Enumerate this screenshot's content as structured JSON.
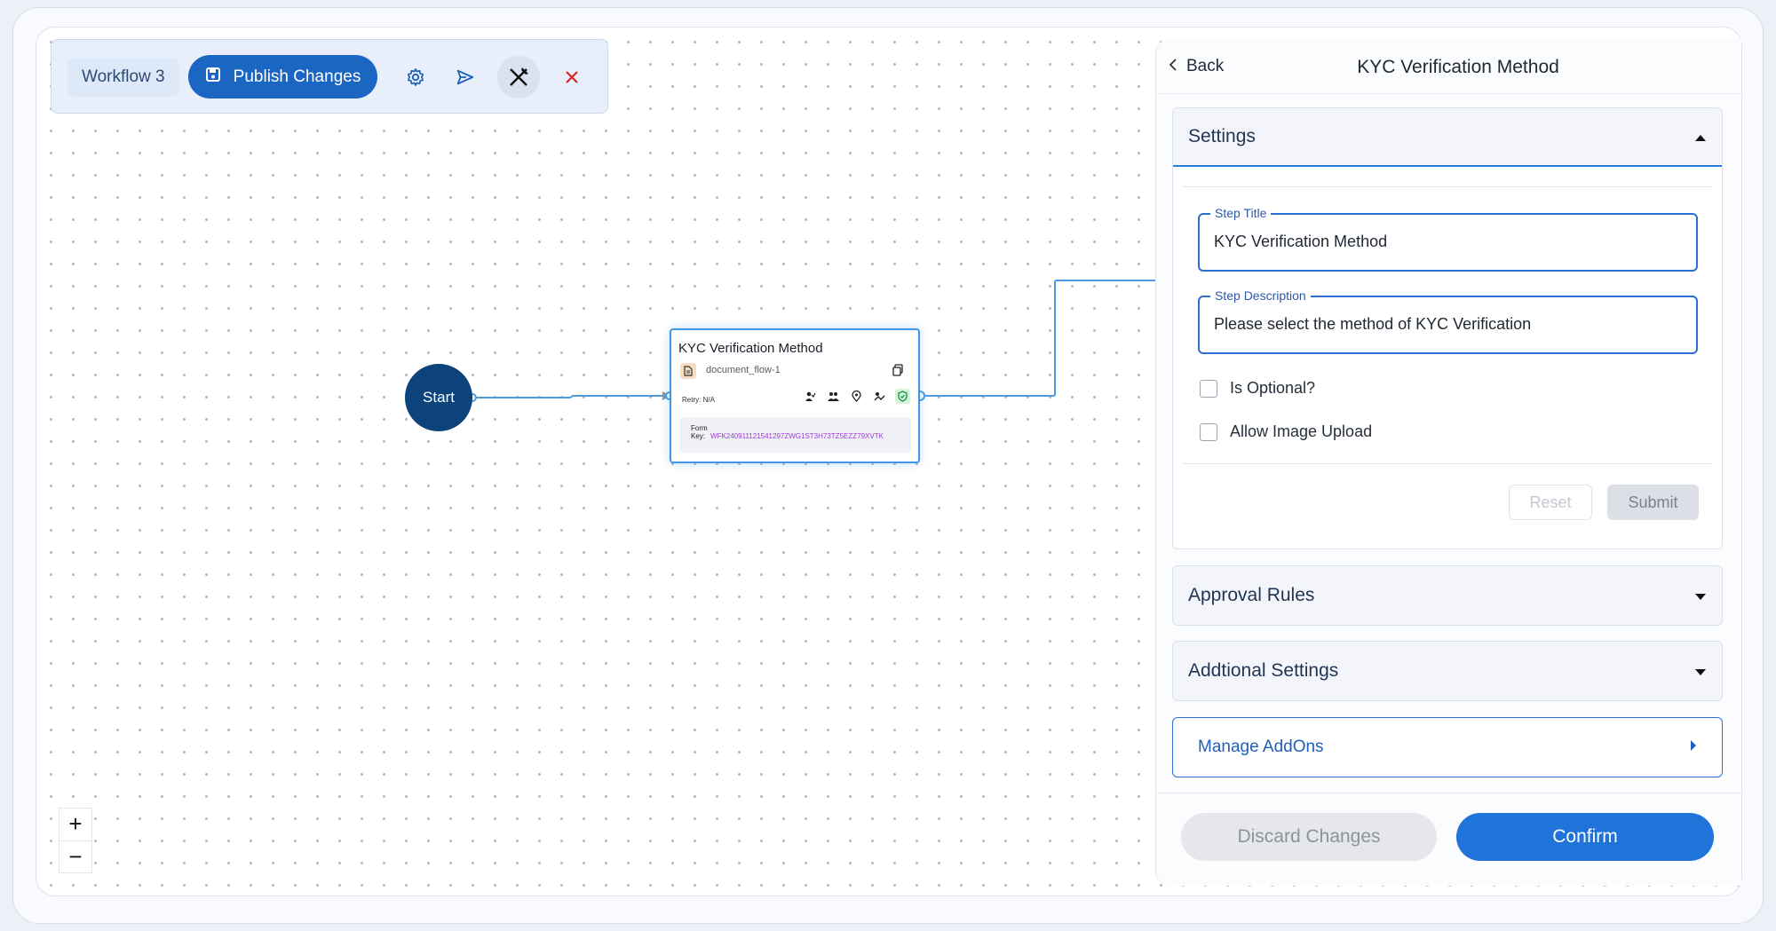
{
  "toolbar": {
    "workflow_name": "Workflow 3",
    "publish_label": "Publish Changes"
  },
  "canvas": {
    "start_label": "Start",
    "node": {
      "title": "KYC Verification Method",
      "flow_name": "document_flow-1",
      "retry_label": "Retry:",
      "retry_value": "N/A",
      "form_key_label": "Form Key:",
      "form_key_value": "WFK240911121541297ZWG1ST3H73TZ5EZZ79XVTK"
    },
    "zoom_in": "+",
    "zoom_out": "−"
  },
  "panel": {
    "back_label": "Back",
    "title": "KYC Verification Method",
    "settings": {
      "header": "Settings",
      "step_title_label": "Step Title",
      "step_title_value": "KYC Verification Method",
      "step_desc_label": "Step Description",
      "step_desc_value": "Please select the method of KYC Verification",
      "is_optional_label": "Is Optional?",
      "allow_image_label": "Allow Image Upload",
      "reset_label": "Reset",
      "submit_label": "Submit"
    },
    "approval_rules": "Approval Rules",
    "additional_settings": "Addtional Settings",
    "manage_addons": "Manage AddOns",
    "discard_label": "Discard Changes",
    "confirm_label": "Confirm"
  },
  "colors": {
    "primary": "#1b65c3",
    "start_node": "#0d437b",
    "edge": "#4d9be0",
    "close": "#d62626"
  }
}
